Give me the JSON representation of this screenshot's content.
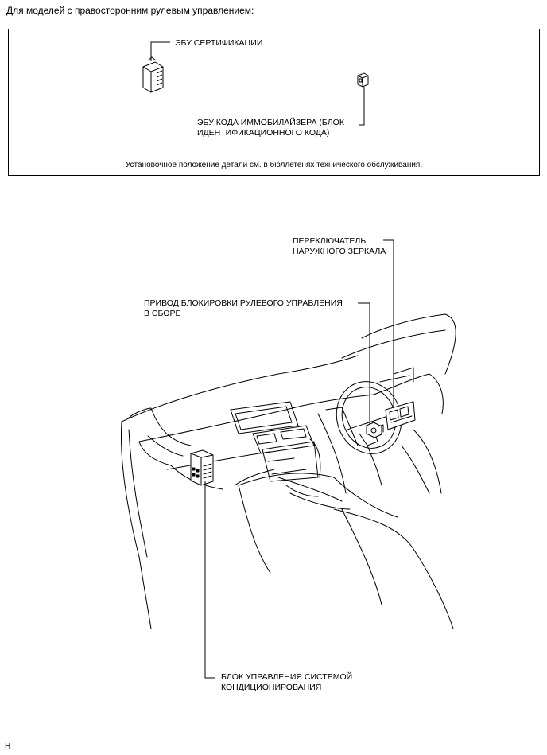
{
  "heading": "Для моделей с правосторонним рулевым управлением:",
  "inset": {
    "certification_ecu_label": "ЭБУ СЕРТИФИКАЦИИ",
    "immobiliser_ecu_label_line1": "ЭБУ КОДА ИММОБИЛАЙЗЕРА (БЛОК",
    "immobiliser_ecu_label_line2": "ИДЕНТИФИКАЦИОННОГО КОДА)",
    "note": "Установочное положение детали см. в бюллетенях технического обслуживания."
  },
  "callouts": {
    "mirror_switch_line1": "ПЕРЕКЛЮЧАТЕЛЬ",
    "mirror_switch_line2": "НАРУЖНОГО ЗЕРКАЛА",
    "steering_lock_line1": "ПРИВОД БЛОКИРОВКИ РУЛЕВОГО УПРАВЛЕНИЯ",
    "steering_lock_line2": "В СБОРЕ",
    "ac_unit_line1": "БЛОК УПРАВЛЕНИЯ СИСТЕМОЙ",
    "ac_unit_line2": "КОНДИЦИОНИРОВАНИЯ"
  },
  "corner_mark": "H"
}
